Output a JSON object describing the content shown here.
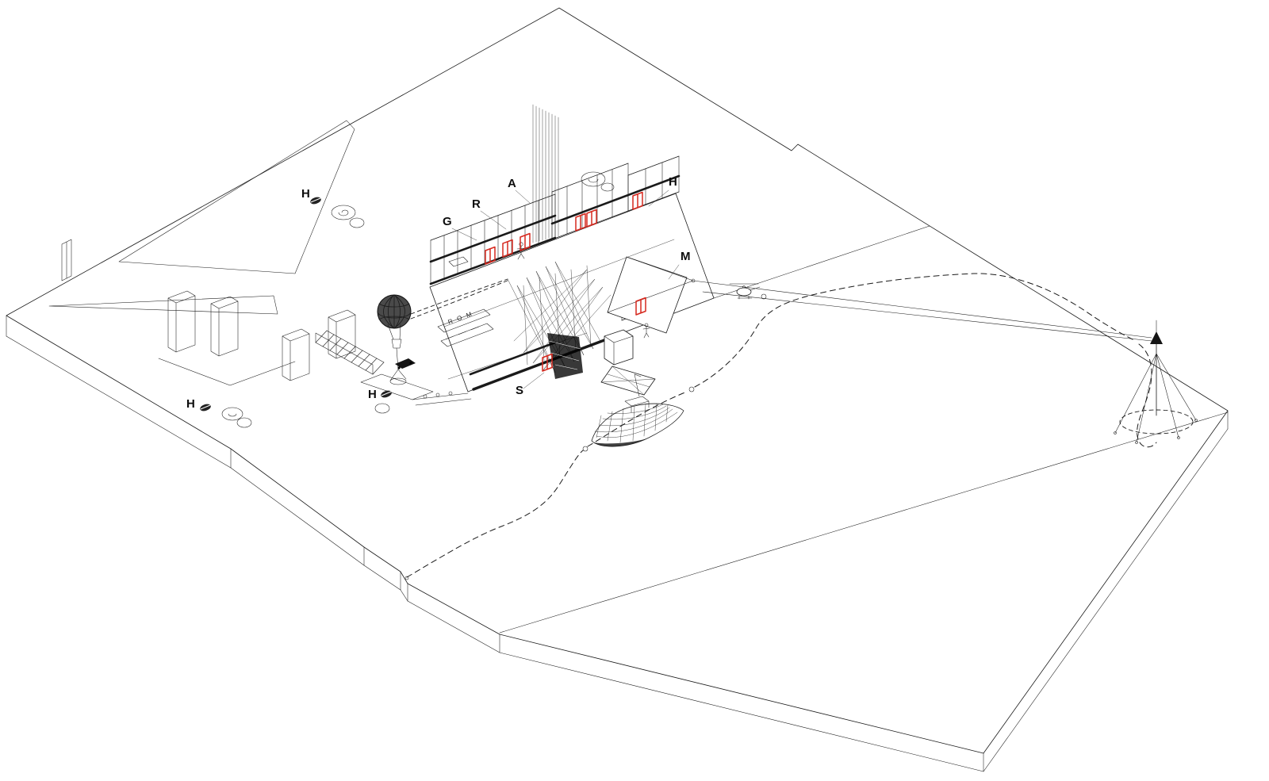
{
  "palette": {
    "paper": "#ffffff",
    "ink": "#1a1a1a",
    "accent_red": "#d6281e"
  },
  "annotations": {
    "a": "A",
    "g": "G",
    "r": "R",
    "h_building": "H",
    "m": "M",
    "s": "S",
    "h_northwest": "H",
    "h_southwest": "H",
    "h_center": "H"
  },
  "sign": {
    "text": "R O M"
  }
}
